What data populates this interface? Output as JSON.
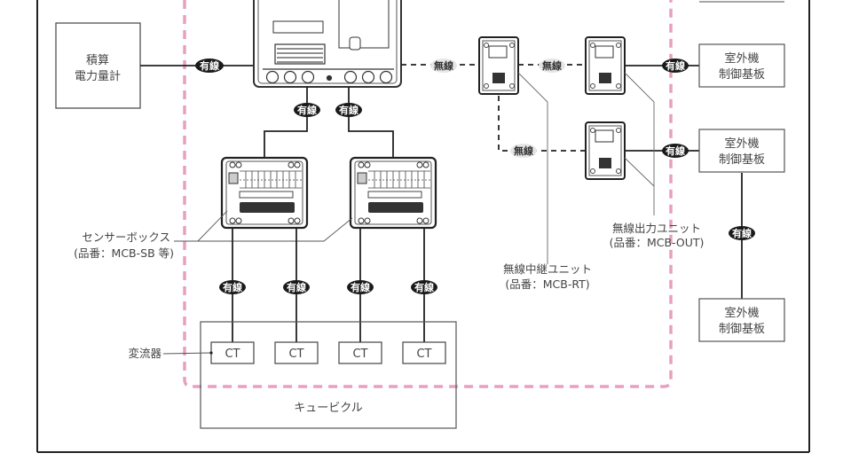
{
  "diagram": {
    "colors": {
      "line": "#222222",
      "thin_line": "#666666",
      "pink_boundary": "#e8a0c0",
      "badge_bg": "#1a1a1a",
      "wireless_bg": "#e6e6e6",
      "box_border": "#555555"
    },
    "nodes": {
      "energy_meter": {
        "line1": "積算",
        "line2": "電力量計"
      },
      "outdoor_board_1": {
        "line1": "室外機",
        "line2": "制御基板"
      },
      "outdoor_board_2": {
        "line1": "室外機",
        "line2": "制御基板"
      },
      "outdoor_board_3": {
        "line1": "室外機",
        "line2": "制御基板"
      },
      "ct": [
        "CT",
        "CT",
        "CT",
        "CT"
      ],
      "cubicle": "キュービクル"
    },
    "callouts": {
      "sensor_box": {
        "line1": "センサーボックス",
        "line2": "(品番：MCB-SB 等)"
      },
      "relay_unit": {
        "line1": "無線中継ユニット",
        "line2": "(品番：MCB-RT)"
      },
      "output_unit": {
        "line1": "無線出力ユニット",
        "line2": "(品番：MCB-OUT)"
      },
      "current_transformer": "変流器"
    },
    "connection_labels": {
      "wired": "有線",
      "wireless": "無線"
    }
  }
}
